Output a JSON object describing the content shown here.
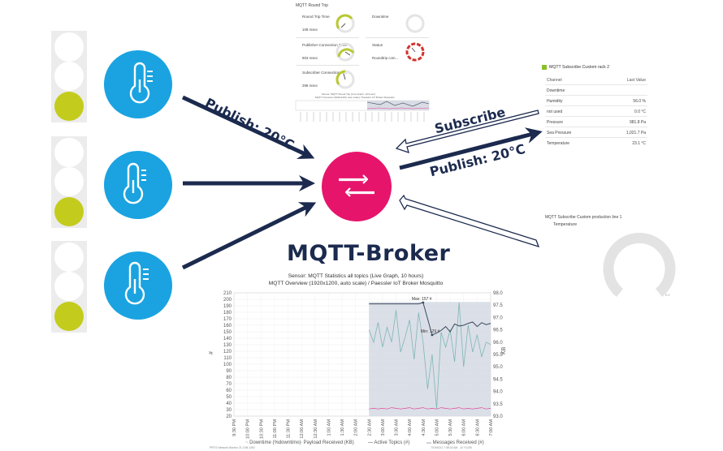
{
  "diagram": {
    "broker_label": "MQTT-Broker",
    "publish_label_left": "Publish: 20°C",
    "publish_label_right": "Publish: 20°C",
    "subscribe_label": "Subscribe"
  },
  "colors": {
    "sensor_blue": "#1aa3e0",
    "broker_pink": "#e6156b",
    "arrow_navy": "#1b2a4e",
    "light_green": "#c3cc1c"
  },
  "traffic_lights": [
    {
      "active_lamp": 3
    },
    {
      "active_lamp": 3
    },
    {
      "active_lamp": 3
    }
  ],
  "icons": [
    "thermometer-icon",
    "exchange-arrows-icon"
  ],
  "round_trip_panel": {
    "title": "MQTT Round Trip",
    "cells": [
      {
        "label": "Round Trip Time",
        "value": "109 msec"
      },
      {
        "label": "Downtime",
        "value": ""
      },
      {
        "label": "Publisher Connection Time",
        "value": "903 msec"
      },
      {
        "label": "Status",
        "value": "Roundtrip com..."
      },
      {
        "label": "Subscriber Connection Ti...",
        "value": "296 msec"
      }
    ]
  },
  "mini_graph": {
    "title": "Sensor: MQTT Round Trip (Live Graph, 10 hours)",
    "subtitle": "MQTT Overview (1920x1200, auto scale) / Paessler IoT Broker Mosquitto"
  },
  "subscribe_table": {
    "title": "MQTT Subscribe Custom rack 2",
    "header": {
      "channel": "Channel",
      "last_value": "Last Value"
    },
    "rows": [
      {
        "channel": "Downtime",
        "value": ""
      },
      {
        "channel": "Humidity",
        "value": "56.0 %"
      },
      {
        "channel": "not used",
        "value": "0.0 °C"
      },
      {
        "channel": "Pressure",
        "value": "981.8 Pa"
      },
      {
        "channel": "Sea Pressure",
        "value": "1,021.7 Pa"
      },
      {
        "channel": "Temperature",
        "value": "23.1 °C"
      }
    ]
  },
  "gauge_panel": {
    "title": "MQTT Subscribe Custom production line 1",
    "channel": "Temperature",
    "footer": "0.0"
  },
  "chart_data": {
    "type": "line",
    "title": "Sensor: MQTT Statistics all topics (Live Graph, 10 hours)",
    "subtitle": "MQTT Overview (1920x1200, auto scale) / Paessler IoT Broker Mosquitto",
    "xlabel": "",
    "ylabel": "#",
    "y2label": "KB",
    "ylim": [
      20,
      210
    ],
    "y2lim": [
      93.0,
      98.0
    ],
    "yticks": [
      20,
      30,
      40,
      50,
      60,
      70,
      80,
      90,
      100,
      110,
      120,
      130,
      140,
      150,
      160,
      170,
      180,
      190,
      200,
      210
    ],
    "y2ticks": [
      93.0,
      93.5,
      94.0,
      94.5,
      95.0,
      95.5,
      96.0,
      96.5,
      97.0,
      97.5,
      98.0
    ],
    "categories": [
      "9:30 PM",
      "10:00 PM",
      "10:30 PM",
      "11:00 PM",
      "11:30 PM",
      "12:00 AM",
      "12:30 AM",
      "1:00 AM",
      "1:30 AM",
      "2:00 AM",
      "2:30 AM",
      "3:00 AM",
      "3:30 AM",
      "4:00 AM",
      "4:30 AM",
      "5:00 AM",
      "5:30 AM",
      "6:00 AM",
      "6:30 AM",
      "7:00 AM"
    ],
    "annotations": [
      {
        "text": "Max: 157 #",
        "x": "4:30 AM",
        "y": 195
      },
      {
        "text": "Min: 129 #",
        "x": "4:50 AM",
        "y": 145
      }
    ],
    "series": [
      {
        "name": "Downtime (%downtime)",
        "color": "#999999",
        "axis": "left",
        "x": [],
        "values": []
      },
      {
        "name": "Payload Received (KB)",
        "color": "#7fb6b6",
        "axis": "right",
        "x": [
          "2:30 AM",
          "2:40 AM",
          "2:50 AM",
          "3:00 AM",
          "3:10 AM",
          "3:20 AM",
          "3:30 AM",
          "3:40 AM",
          "3:50 AM",
          "4:00 AM",
          "4:10 AM",
          "4:20 AM",
          "4:30 AM",
          "4:40 AM",
          "4:50 AM",
          "5:00 AM",
          "5:10 AM",
          "5:20 AM",
          "5:30 AM",
          "5:40 AM",
          "5:50 AM",
          "6:00 AM",
          "6:10 AM",
          "6:20 AM",
          "6:30 AM",
          "6:40 AM",
          "6:50 AM",
          "7:00 AM"
        ],
        "values": [
          96.5,
          96.0,
          96.8,
          95.8,
          96.6,
          96.0,
          97.3,
          95.6,
          96.2,
          96.9,
          95.3,
          97.2,
          96.0,
          94.1,
          95.5,
          93.3,
          96.4,
          95.8,
          96.5,
          95.2,
          97.6,
          95.0,
          96.7,
          95.6,
          96.3,
          95.4,
          96.0,
          95.9
        ]
      },
      {
        "name": "Active Topics (#)",
        "color": "#3a4a5e",
        "axis": "left",
        "x": [
          "2:30 AM",
          "2:40 AM",
          "2:50 AM",
          "3:00 AM",
          "3:10 AM",
          "3:20 AM",
          "3:30 AM",
          "3:40 AM",
          "3:50 AM",
          "4:00 AM",
          "4:10 AM",
          "4:20 AM",
          "4:30 AM",
          "4:40 AM",
          "4:50 AM",
          "5:00 AM",
          "5:10 AM",
          "5:20 AM",
          "5:30 AM",
          "5:40 AM",
          "5:50 AM",
          "6:00 AM",
          "6:10 AM",
          "6:20 AM",
          "6:30 AM",
          "6:40 AM",
          "6:50 AM",
          "7:00 AM"
        ],
        "values": [
          193,
          193,
          193,
          193,
          193,
          193,
          193,
          193,
          193,
          193,
          193,
          193,
          195,
          170,
          145,
          148,
          152,
          158,
          150,
          162,
          159,
          160,
          163,
          165,
          158,
          164,
          161,
          163
        ]
      },
      {
        "name": "Messages Received (#)",
        "color": "#d5d9e3",
        "axis": "left",
        "x": [
          "2:30 AM",
          "7:00 AM"
        ],
        "values": [
          196,
          196
        ]
      },
      {
        "name": "",
        "color": "#e0479a",
        "axis": "left",
        "x": [
          "2:30 AM",
          "2:40 AM",
          "2:50 AM",
          "3:00 AM",
          "3:10 AM",
          "3:20 AM",
          "3:30 AM",
          "3:40 AM",
          "3:50 AM",
          "4:00 AM",
          "4:10 AM",
          "4:20 AM",
          "4:30 AM",
          "4:40 AM",
          "4:50 AM",
          "5:00 AM",
          "5:10 AM",
          "5:20 AM",
          "5:30 AM",
          "5:40 AM",
          "5:50 AM",
          "6:00 AM",
          "6:10 AM",
          "6:20 AM",
          "6:30 AM",
          "6:40 AM",
          "6:50 AM",
          "7:00 AM"
        ],
        "values": [
          31,
          32,
          31,
          32,
          31,
          33,
          32,
          31,
          32,
          33,
          31,
          32,
          33,
          31,
          32,
          31,
          33,
          32,
          31,
          32,
          33,
          31,
          32,
          31,
          32,
          33,
          31,
          32
        ]
      }
    ],
    "legend": [
      "Downtime (%downtime)",
      "Payload Received (KB)",
      "Active Topics (#)",
      "Messages Received (#)"
    ],
    "legend_position": "bottom",
    "grid": true,
    "footer_left": "PRTG Network Monitor 21.2.68.1492",
    "footer_right": "7/19/2021 7:08:32 AM - 10 Y1235"
  }
}
